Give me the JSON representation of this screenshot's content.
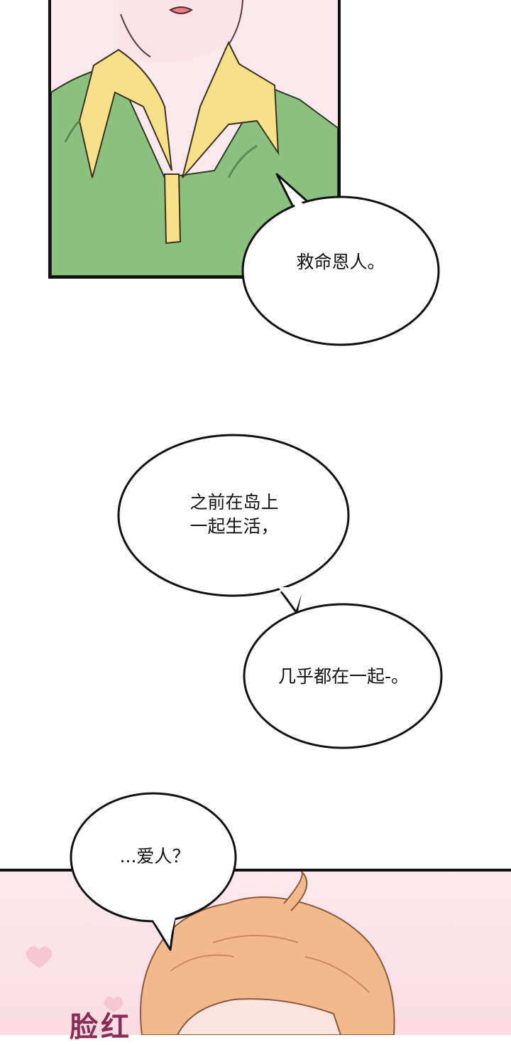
{
  "panels": {
    "top": {
      "description_hidden": true
    },
    "bottom": {
      "sfx": "脸红"
    }
  },
  "bubbles": [
    {
      "text": "救命恩人。"
    },
    {
      "text": "之前在岛上\n一起生活，"
    },
    {
      "text": "几乎都在一起-。"
    },
    {
      "text": "...爱人？"
    }
  ],
  "colors": {
    "shirt_green": "#8cc07e",
    "collar_yellow": "#f6e08a",
    "skin": "#fbe8ec",
    "hair": "#f1b98c",
    "sfx": "#8a2c55"
  }
}
